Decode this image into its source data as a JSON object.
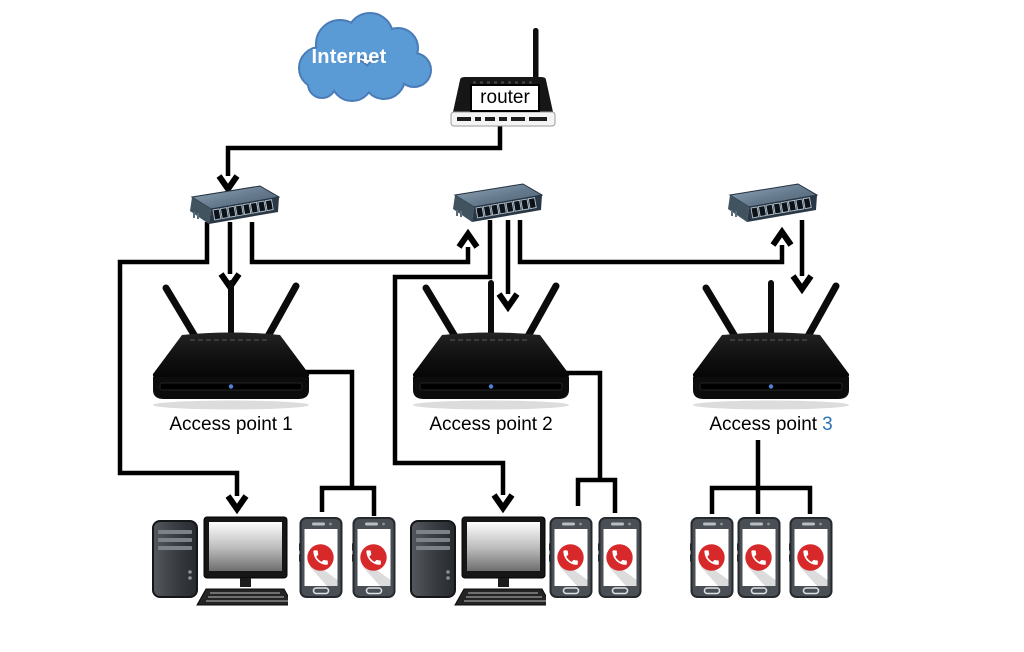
{
  "diagram": {
    "internet": {
      "label": "Internet"
    },
    "router": {
      "label": "router"
    },
    "access_points": [
      {
        "label_prefix": "Access point",
        "number": "1",
        "number_color": "#000000"
      },
      {
        "label_prefix": "Access point",
        "number": "2",
        "number_color": "#000000"
      },
      {
        "label_prefix": "Access point",
        "number": "3",
        "number_color": "#2E74B5"
      }
    ],
    "device_counts": {
      "switches": 3,
      "access_points": 3,
      "computers": 2,
      "phones": 7
    },
    "phones_per_access_point": [
      2,
      2,
      3
    ],
    "connections": [
      {
        "from": "router",
        "to": "switch-1",
        "arrow": "to"
      },
      {
        "from": "switch-1",
        "to": "computer-1",
        "arrow": "to"
      },
      {
        "from": "switch-1",
        "to": "access-point-1",
        "arrow": "to"
      },
      {
        "from": "switch-1",
        "to": "switch-2",
        "arrow": "to"
      },
      {
        "from": "switch-2",
        "to": "computer-2",
        "arrow": "to"
      },
      {
        "from": "switch-2",
        "to": "access-point-2",
        "arrow": "to"
      },
      {
        "from": "switch-2",
        "to": "switch-3",
        "arrow": "to"
      },
      {
        "from": "switch-3",
        "to": "access-point-3",
        "arrow": "to"
      },
      {
        "from": "access-point-1",
        "to": "phones-group-1",
        "arrow": "none"
      },
      {
        "from": "access-point-2",
        "to": "phones-group-2",
        "arrow": "none"
      },
      {
        "from": "access-point-3",
        "to": "phones-group-3",
        "arrow": "none"
      }
    ],
    "colors": {
      "cloud_fill": "#5B9BD5",
      "cloud_outline": "#4A7CB8",
      "line": "#000000",
      "call_icon": "#D7282A",
      "ap3_number": "#2E74B5"
    }
  }
}
